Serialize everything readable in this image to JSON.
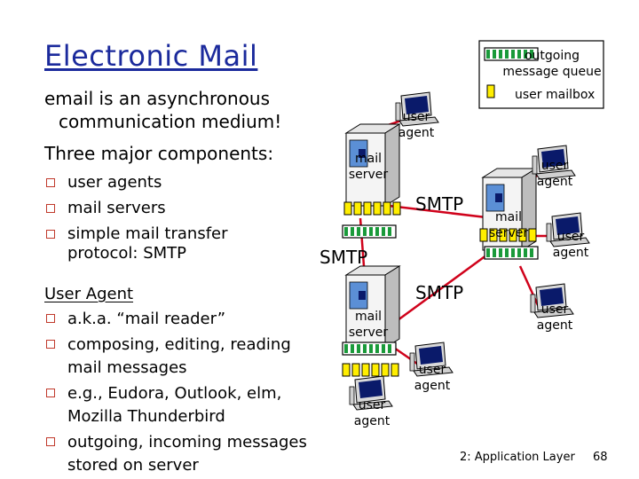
{
  "slide": {
    "title": "Electronic Mail",
    "intro_line1": "email is an asynchronous",
    "intro_line2": "communication medium!",
    "components_heading": "Three major components:",
    "components": [
      "user agents",
      "mail servers",
      "simple mail transfer",
      "protocol: SMTP"
    ],
    "ua_heading": "User Agent",
    "ua_items": [
      [
        "a.k.a. “mail reader”"
      ],
      [
        "composing, editing, reading",
        "mail messages"
      ],
      [
        "e.g., Eudora, Outlook, elm,",
        "Mozilla Thunderbird"
      ],
      [
        "outgoing, incoming messages",
        "stored on server"
      ]
    ]
  },
  "legend": {
    "queue_label_1": "outgoing",
    "queue_label_2": "message queue",
    "mailbox_label": "user mailbox"
  },
  "diagram": {
    "user_agent_1": "user",
    "user_agent_2": "agent",
    "mail_server_1": "mail",
    "mail_server_2": "server",
    "smtp": "SMTP"
  },
  "footer": {
    "chapter": "2: Application Layer",
    "page": "68"
  },
  "colors": {
    "title": "#1b2a9c",
    "bullet": "#c0392b",
    "queue_green": "#1a9a3a",
    "mailbox_yellow": "#ffee00",
    "link_red": "#d0021b",
    "server_front": "#5b8fd6",
    "pc_monitor": "#0a1a6a"
  }
}
